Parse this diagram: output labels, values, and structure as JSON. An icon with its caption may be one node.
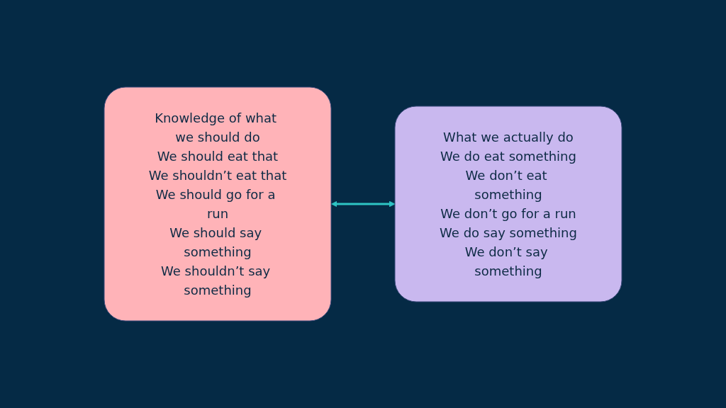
{
  "diagram": {
    "nodes": [
      {
        "text": [
          "Knowledge of what we should do",
          "We should eat that",
          "We shouldn’t eat that",
          "We should go for a run",
          "We should say something",
          "We shouldn’t say something"
        ]
      },
      {
        "text": [
          "What we actually do",
          "We do eat something",
          "We don’t eat something",
          "We don’t go for a run",
          "We do say something",
          "We don’t say something"
        ]
      }
    ],
    "edges": [
      {
        "from": 0,
        "to": 1,
        "arrow": "both"
      }
    ]
  }
}
